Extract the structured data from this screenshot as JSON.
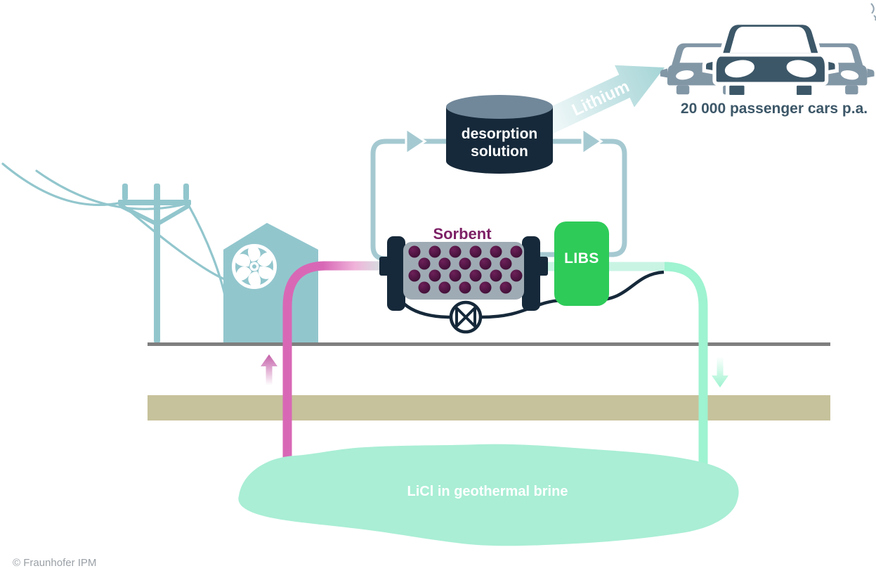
{
  "diagram": {
    "labels": {
      "desorption_line1": "desorption",
      "desorption_line2": "solution",
      "lithium": "Lithium",
      "sorbent": "Sorbent",
      "libs": "LIBS",
      "brine": "LiCl in geothermal brine",
      "cars_caption": "20 000 passenger cars p.a.",
      "copyright": "© Fraunhofer IPM"
    },
    "colors": {
      "teal_infrastructure": "#92c6cd",
      "loop_pipe": "#a5c9d1",
      "pink_pipe": "#d868b6",
      "pink_arrow": "#c45fa8",
      "mint_pipe_pale": "#c9f4e4",
      "mint_pipe_bright": "#9ef3d0",
      "brine_blob": "#a9eed5",
      "soil_band": "#c6c29b",
      "surface_line": "#7f7f7f",
      "dark_navy": "#16293a",
      "sorbent_body": "#9fabb4",
      "sorbent_dot": "#4c1342",
      "sorbent_label": "#7d2166",
      "libs_green": "#2ecb59",
      "desorption_top": "#71889a",
      "lithium_arrow": "#a4d4d6",
      "car_dark": "#3c5768",
      "car_light": "#8297a6",
      "copyright_gray": "#9aa0a6"
    }
  }
}
